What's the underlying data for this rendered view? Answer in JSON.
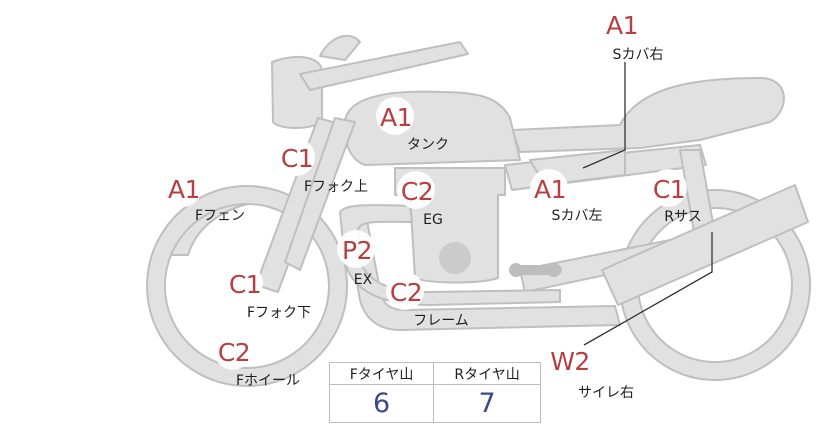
{
  "markers": [
    {
      "id": "tank",
      "code": "A1",
      "label": "タンク"
    },
    {
      "id": "side-cover-right",
      "code": "A1",
      "label": "Sカバ右"
    },
    {
      "id": "front-fork-upper",
      "code": "C1",
      "label": "Fフォク上"
    },
    {
      "id": "front-fender",
      "code": "A1",
      "label": "Fフェン"
    },
    {
      "id": "engine",
      "code": "C2",
      "label": "EG"
    },
    {
      "id": "side-cover-left",
      "code": "A1",
      "label": "Sカバ左"
    },
    {
      "id": "rear-suspension",
      "code": "C1",
      "label": "Rサス"
    },
    {
      "id": "exhaust",
      "code": "P2",
      "label": "EX"
    },
    {
      "id": "front-fork-lower",
      "code": "C1",
      "label": "Fフォク下"
    },
    {
      "id": "frame",
      "code": "C2",
      "label": "フレーム"
    },
    {
      "id": "front-wheel",
      "code": "C2",
      "label": "Fホイール"
    },
    {
      "id": "silencer-right",
      "code": "W2",
      "label": "サイレ右"
    }
  ],
  "tire_table": {
    "headers": [
      "Fタイヤ山",
      "Rタイヤ山"
    ],
    "values": [
      "6",
      "7"
    ]
  },
  "colors": {
    "bike_fill": "#e1e1e1",
    "bike_stroke": "#bfbfbf",
    "marker_code": "#b6403f",
    "table_value": "#3b4a88"
  }
}
